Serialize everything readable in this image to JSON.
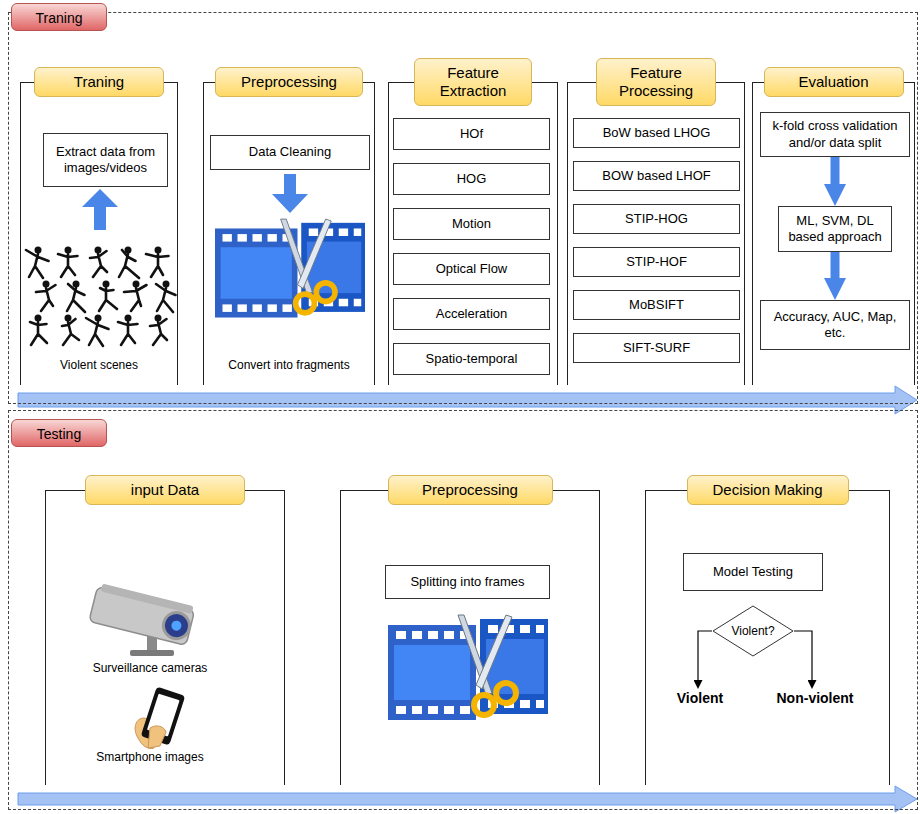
{
  "diagram": {
    "nodes": [
      {
        "text": [
          "Traning"
        ]
      },
      {
        "text": [
          "Traning"
        ],
        "in": 0
      },
      {
        "text": [
          "Extract data from images/videos"
        ],
        "in": 1
      },
      {
        "text": [
          "Preprocessing"
        ],
        "in": 0
      },
      {
        "text": [
          "Data Cleaning"
        ],
        "in": 3
      },
      {
        "text": [
          "Feature Extraction"
        ],
        "in": 0
      },
      {
        "text": [
          "HOf"
        ],
        "in": 5
      },
      {
        "text": [
          "HOG"
        ],
        "in": 5
      },
      {
        "text": [
          "Motion"
        ],
        "in": 5
      },
      {
        "text": [
          "Optical Flow"
        ],
        "in": 5
      },
      {
        "text": [
          "Acceleration"
        ],
        "in": 5
      },
      {
        "text": [
          "Spatio-temporal"
        ],
        "in": 5
      },
      {
        "text": [
          "Feature Processing"
        ],
        "in": 0
      },
      {
        "text": [
          "BoW based LHOG"
        ],
        "in": 12
      },
      {
        "text": [
          "BOW based LHOF"
        ],
        "in": 12
      },
      {
        "text": [
          "STIP-HOG"
        ],
        "in": 12
      },
      {
        "text": [
          "STIP-HOF"
        ],
        "in": 12
      },
      {
        "text": [
          "MoBSIFT"
        ],
        "in": 12
      },
      {
        "text": [
          "SIFT-SURF"
        ],
        "in": 12
      },
      {
        "text": [
          "Evaluation"
        ],
        "in": 0
      },
      {
        "text": [
          "k-fold cross validation and/or data split"
        ],
        "in": 19
      },
      {
        "text": [
          "ML, SVM, DL based approach"
        ],
        "in": 19
      },
      {
        "text": [
          "Accuracy, AUC, Map, etc."
        ],
        "in": 19
      },
      {
        "text": [
          "Testing"
        ]
      },
      {
        "text": [
          "input Data"
        ],
        "in": 23
      },
      {
        "text": [
          "Preprocessing"
        ],
        "in": 23
      },
      {
        "text": [
          "Splitting into frames"
        ],
        "in": 25
      },
      {
        "text": [
          "Decision Making"
        ],
        "in": 23
      },
      {
        "text": [
          "Model Testing"
        ],
        "in": 27
      },
      {
        "text": [
          "Violent?"
        ],
        "in": 27
      }
    ],
    "edges": [
      {
        "from": 20,
        "to": 21,
        "arrow": "to"
      },
      {
        "from": 21,
        "to": 22,
        "arrow": "to"
      }
    ],
    "labels": [
      "Violent scenes",
      "Convert into fragments",
      "Surveillance cameras",
      "Smartphone images",
      "Violent",
      "Non-violent"
    ]
  }
}
